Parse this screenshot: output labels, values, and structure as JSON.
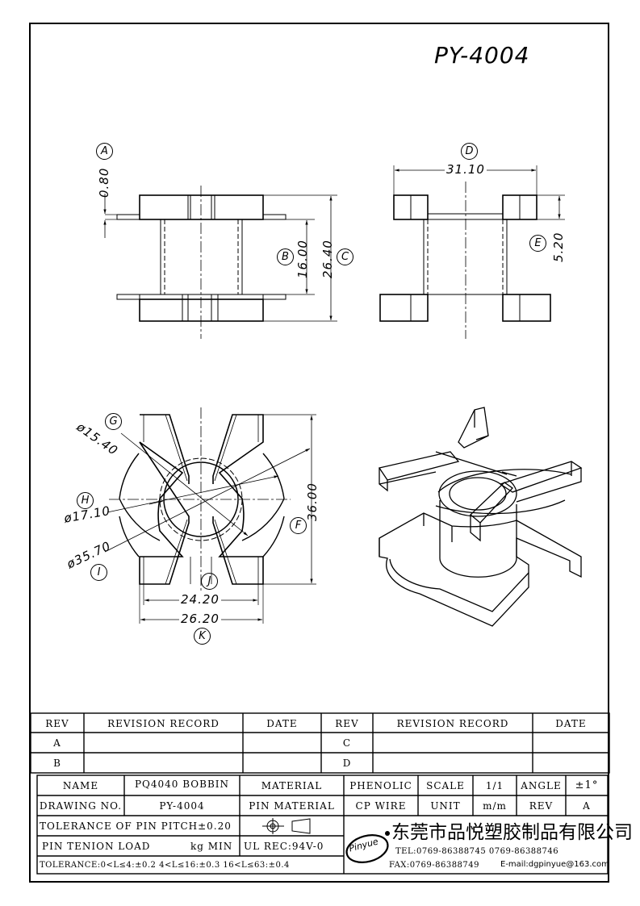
{
  "title": "PY-4004",
  "dims": {
    "A": "A",
    "B": "B",
    "C": "C",
    "D": "D",
    "E": "E",
    "F": "F",
    "G": "G",
    "H": "H",
    "I": "I",
    "J": "J",
    "K": "K",
    "v080": "0.80",
    "v1600": "16.00",
    "v2640": "26.40",
    "v3110": "31.10",
    "v520": "5.20",
    "v1540": "ø15.40",
    "v1710": "ø17.10",
    "v3570": "ø35.70",
    "v3600": "36.00",
    "v2420": "24.20",
    "v2620": "26.20"
  },
  "revision": {
    "rev_label": "REV",
    "record_label": "REVISION RECORD",
    "date_label": "DATE",
    "left_rows": [
      "A",
      "B"
    ],
    "right_rows": [
      "C",
      "D"
    ]
  },
  "titleblock": {
    "name_label": "NAME",
    "name_value": "PQ4040 BOBBIN",
    "material_label": "MATERIAL",
    "material_value": "PHENOLIC",
    "scale_label": "SCALE",
    "scale_value": "1/1",
    "angle_label": "ANGLE",
    "angle_value": "±1°",
    "drawing_no_label": "DRAWING NO.",
    "drawing_no_value": "PY-4004",
    "pin_material_label": "PIN MATERIAL",
    "pin_material_value": "CP WIRE",
    "unit_label": "UNIT",
    "unit_value": "m/m",
    "rev_label": "REV",
    "rev_value": "A",
    "tol_pitch": "TOLERANCE OF PIN PITCH±0.20",
    "pin_tension": "PIN TENION LOAD",
    "pin_tension_value": "kg MIN",
    "ul": "UL REC:94V-0",
    "tol_general": "TOLERANCE:0<L≤4:±0.2  4<L≤16:±0.3  16<L≤63:±0.4",
    "logo": "Pinyue",
    "company": "东莞市品悦塑胶制品有限公司",
    "tel": "TEL:0769-86388745    0769-86388746",
    "fax": "FAX:0769-86388749",
    "email": "E-mail:dgpinyue@163.com"
  }
}
